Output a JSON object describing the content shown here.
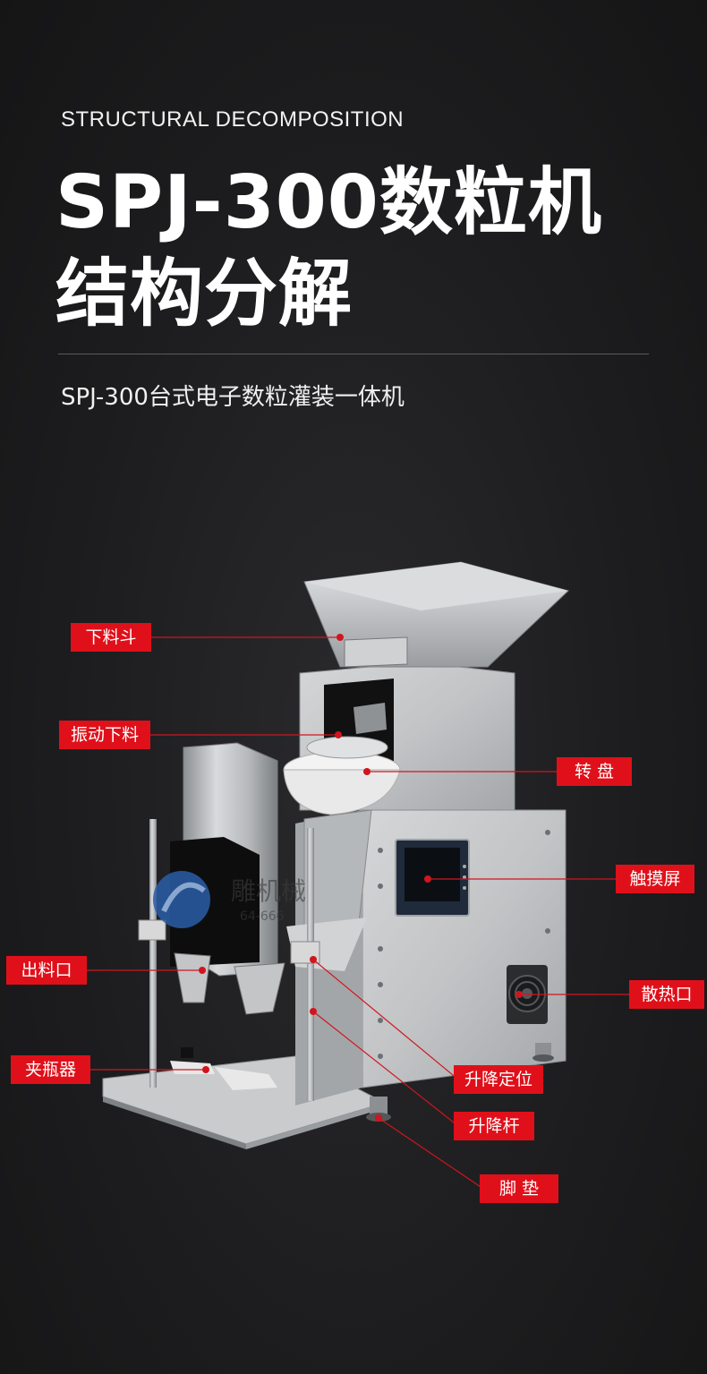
{
  "header": {
    "subtitle_en": "STRUCTURAL DECOMPOSITION",
    "title_line1": "SPJ-300数粒机",
    "title_line2": "结构分解",
    "description": "SPJ-300台式电子数粒灌装一体机"
  },
  "watermark": {
    "brand": "雕机械",
    "phone_fragment": "64-666"
  },
  "callouts": [
    {
      "key": "hopper",
      "label": "下料斗"
    },
    {
      "key": "vibration",
      "label": "振动下料"
    },
    {
      "key": "turntable",
      "label": "转 盘"
    },
    {
      "key": "touchscreen",
      "label": "触摸屏"
    },
    {
      "key": "outlet",
      "label": "出料口"
    },
    {
      "key": "vent",
      "label": "散热口"
    },
    {
      "key": "clamp",
      "label": "夹瓶器"
    },
    {
      "key": "lift_position",
      "label": "升降定位"
    },
    {
      "key": "lift_rod",
      "label": "升降杆"
    },
    {
      "key": "foot",
      "label": "脚 垫"
    }
  ],
  "colors": {
    "accent": "#e0101a",
    "background": "#1d1d1f",
    "steel": "#c9cbcd"
  }
}
